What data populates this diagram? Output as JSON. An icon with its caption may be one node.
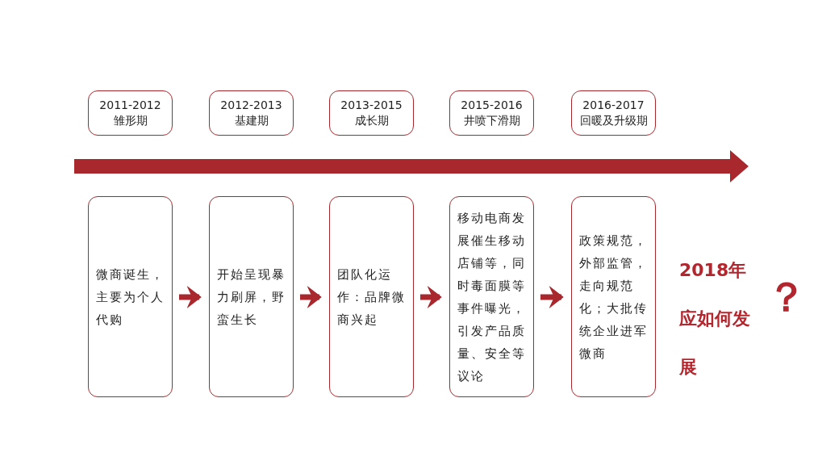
{
  "diagram": {
    "nodes": [
      {
        "text": [
          "2011-2012",
          "雏形期"
        ]
      },
      {
        "text": [
          "2012-2013",
          "基建期"
        ]
      },
      {
        "text": [
          "2013-2015",
          "成长期"
        ]
      },
      {
        "text": [
          "2015-2016",
          "井喷下滑期"
        ]
      },
      {
        "text": [
          "2016-2017",
          "回暖及升级期"
        ]
      },
      {
        "text": [
          "微商诞生，主要为个人代购"
        ]
      },
      {
        "text": [
          "开始呈现暴力刷屏，野蛮生长"
        ]
      },
      {
        "text": [
          "团队化运作：品牌微商兴起"
        ]
      },
      {
        "text": [
          "移动电商发展催生移动店铺等，同时毒面膜等事件曝光，引发产品质量、安全等议论"
        ]
      },
      {
        "text": [
          "政策规范，外部监管，走向规范化；大批传统企业进军微商"
        ]
      }
    ],
    "edges": [
      {
        "from": 5,
        "to": 6,
        "arrow": "to"
      },
      {
        "from": 6,
        "to": 7,
        "arrow": "to"
      },
      {
        "from": 7,
        "to": 8,
        "arrow": "to"
      },
      {
        "from": 8,
        "to": 9,
        "arrow": "to"
      }
    ],
    "labels": [
      "2018年应如何发展",
      "？"
    ]
  }
}
